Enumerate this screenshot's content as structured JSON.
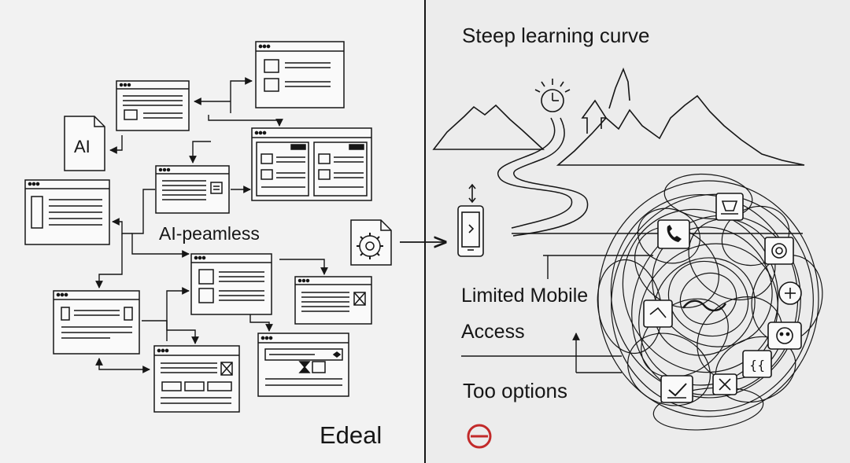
{
  "left_panel": {
    "ai_doc_label": "AI",
    "center_label": "AI-peamless",
    "footer_label": "Edeal"
  },
  "right_panel": {
    "heading": "Steep learning curve",
    "mobile_label_line1": "Limited Mobile",
    "mobile_label_line2": "Access",
    "options_label": "Too options"
  },
  "colors": {
    "background": "#f2f2f2",
    "ink": "#161616",
    "no_entry_red": "#c22a2a"
  }
}
